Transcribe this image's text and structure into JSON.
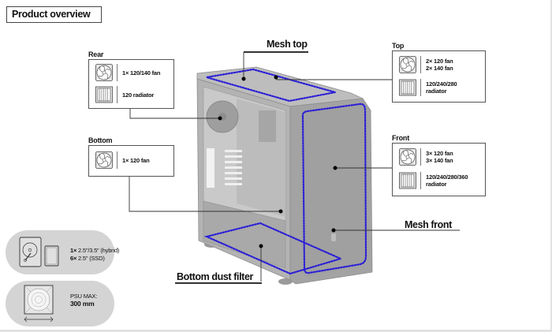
{
  "title": "Product overview",
  "sections": {
    "rear": {
      "label": "Rear",
      "rows": [
        {
          "icon": "fan-icon",
          "text": "1× 120/140 fan"
        },
        {
          "icon": "radiator-icon",
          "text": "120 radiator"
        }
      ]
    },
    "top": {
      "label": "Top",
      "rows": [
        {
          "icon": "fan-icon",
          "text": "2× 120 fan\n2× 140 fan"
        },
        {
          "icon": "radiator-icon",
          "text": "120/240/280\nradiator"
        }
      ]
    },
    "bottom": {
      "label": "Bottom",
      "rows": [
        {
          "icon": "fan-icon",
          "text": "1× 120 fan"
        }
      ]
    },
    "front": {
      "label": "Front",
      "rows": [
        {
          "icon": "fan-icon",
          "text": "3× 120 fan\n3× 140 fan"
        },
        {
          "icon": "radiator-icon",
          "text": "120/240/280/360\nradiator"
        }
      ]
    }
  },
  "callouts": {
    "mesh_top": "Mesh top",
    "mesh_front": "Mesh front",
    "bottom_dust_filter": "Bottom dust filter"
  },
  "storage": {
    "line1_count": "1×",
    "line1_text": " 2.5\"/3.5\" (hybrid)",
    "line2_count": "6×",
    "line2_text": " 2.5\" (SSD)"
  },
  "psu": {
    "label": "PSU MAX:",
    "value": "300 mm"
  },
  "colors": {
    "highlight_dots": "#2a1fd6",
    "case_body": "#a9a9a9",
    "pill_bg": "#d4d4d4"
  }
}
